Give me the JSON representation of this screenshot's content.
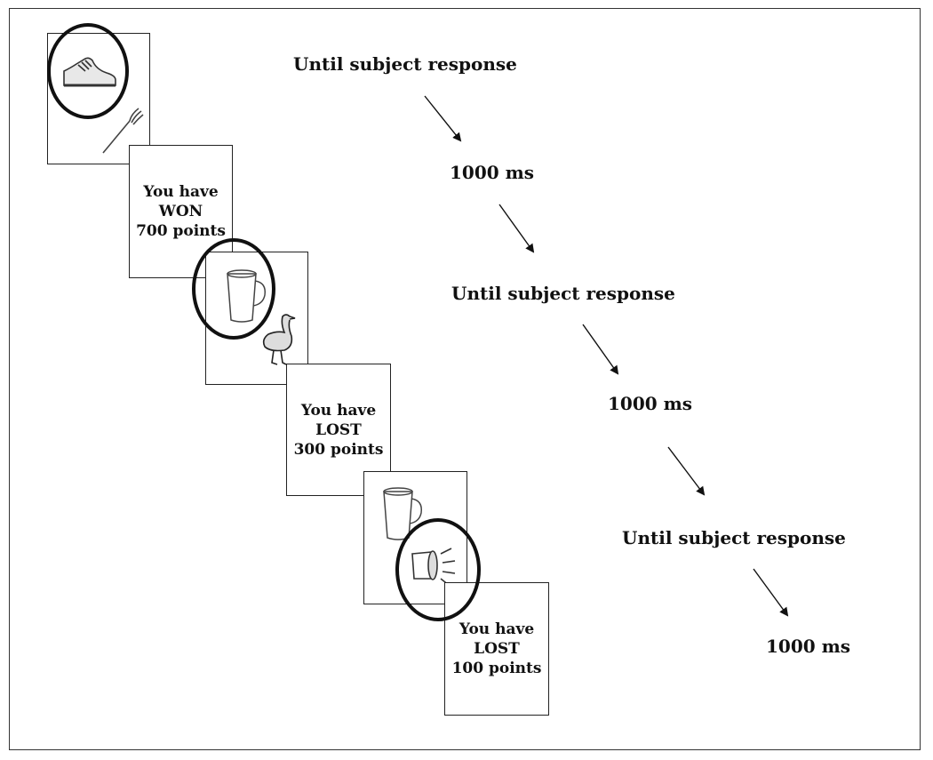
{
  "timeline": {
    "labels": [
      "Until subject response",
      "1000 ms",
      "Until subject response",
      "1000 ms",
      "Until subject response",
      "1000 ms"
    ]
  },
  "screens": {
    "trial1": {
      "top_item": "shoe-icon",
      "bottom_item": "fork-icon",
      "chosen": "top"
    },
    "feedback1": {
      "line1": "You have",
      "line2": "WON",
      "line3": "700 points"
    },
    "trial2": {
      "top_item": "mug-icon",
      "bottom_item": "goose-icon",
      "chosen": "top"
    },
    "feedback2": {
      "line1": "You have",
      "line2": "LOST",
      "line3": "300 points"
    },
    "trial3": {
      "top_item": "mug-icon",
      "bottom_item": "ringing-bell-icon",
      "chosen": "bottom"
    },
    "feedback3": {
      "line1": "You have",
      "line2": "LOST",
      "line3": "100 points"
    }
  }
}
